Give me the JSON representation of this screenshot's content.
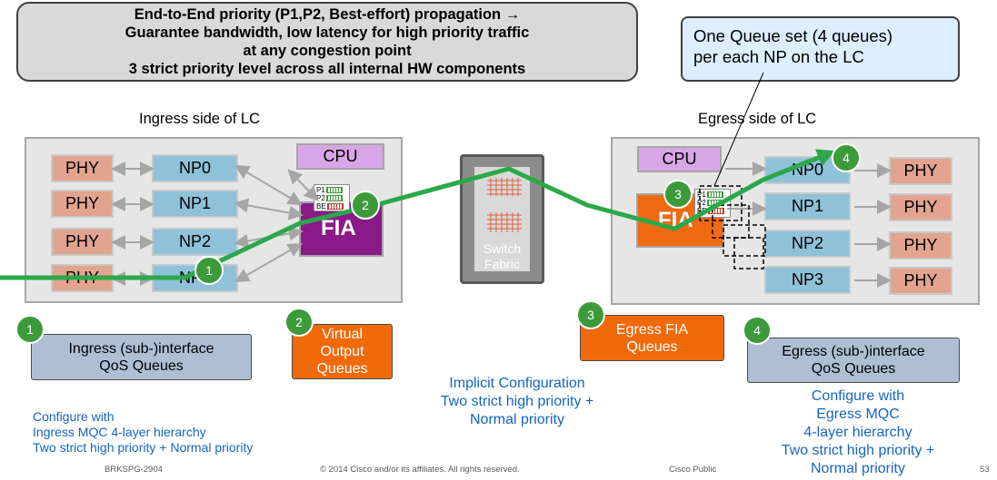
{
  "banner": {
    "line1": "End-to-End priority (P1,P2, Best-effort) propagation →",
    "line2": "Guarantee bandwidth, low latency for high priority traffic",
    "line3": "at any congestion point",
    "line4": "3 strict priority level across all internal  HW components"
  },
  "callout": {
    "line1": "One Queue set (4 queues)",
    "line2": "per each NP on the LC"
  },
  "ingress": {
    "label": "Ingress side of LC",
    "cpu": "CPU",
    "fia": "FIA",
    "phy": [
      "PHY",
      "PHY",
      "PHY",
      "PHY"
    ],
    "np": [
      "NP0",
      "NP1",
      "NP2",
      "NP3"
    ]
  },
  "egress": {
    "label": "Egress side of LC",
    "cpu": "CPU",
    "fia": "FIA",
    "phy": [
      "PHY",
      "PHY",
      "PHY",
      "PHY"
    ],
    "np": [
      "NP0",
      "NP1",
      "NP2",
      "NP3"
    ]
  },
  "fabric": {
    "line1": "Switch",
    "line2": "Fabric"
  },
  "priority_labels": [
    "P1",
    "P2",
    "BE"
  ],
  "badges": [
    "1",
    "2",
    "3",
    "4"
  ],
  "queues": {
    "ingress": {
      "line1": "Ingress (sub-)interface",
      "line2": "QoS Queues"
    },
    "voq": {
      "line1": "Virtual",
      "line2": "Output",
      "line3": "Queues"
    },
    "egress_fia": {
      "line1": "Egress FIA",
      "line2": "Queues"
    },
    "egress": {
      "line1": "Egress (sub-)interface",
      "line2": "QoS Queues"
    }
  },
  "notes": {
    "ingress": {
      "line1": "Configure with",
      "line2": "Ingress MQC 4-layer hierarchy",
      "line3": "Two strict high priority + Normal priority"
    },
    "implicit": {
      "line1": "Implicit Configuration",
      "line2": "Two strict high priority +",
      "line3": "Normal priority"
    },
    "egress": {
      "line1": "Configure with",
      "line2": "Egress MQC",
      "line3": "4-layer hierarchy",
      "line4": "Two strict high priority +",
      "line5": "Normal priority"
    }
  },
  "footer": {
    "code": "BRKSPG-2904",
    "copyright": "© 2014 Cisco and/or its affiliates. All rights reserved.",
    "classification": "Cisco Public",
    "page": "53"
  },
  "colors": {
    "flow_arrow": "#2aa84a",
    "badge": "#3d9a3a",
    "phy": "#e2a48f",
    "np": "#8fc1d9",
    "cpu": "#d8a6e6",
    "ingress_fia": "#8b1a89",
    "egress_fia": "#ef6a10",
    "note_text": "#1565c0"
  }
}
